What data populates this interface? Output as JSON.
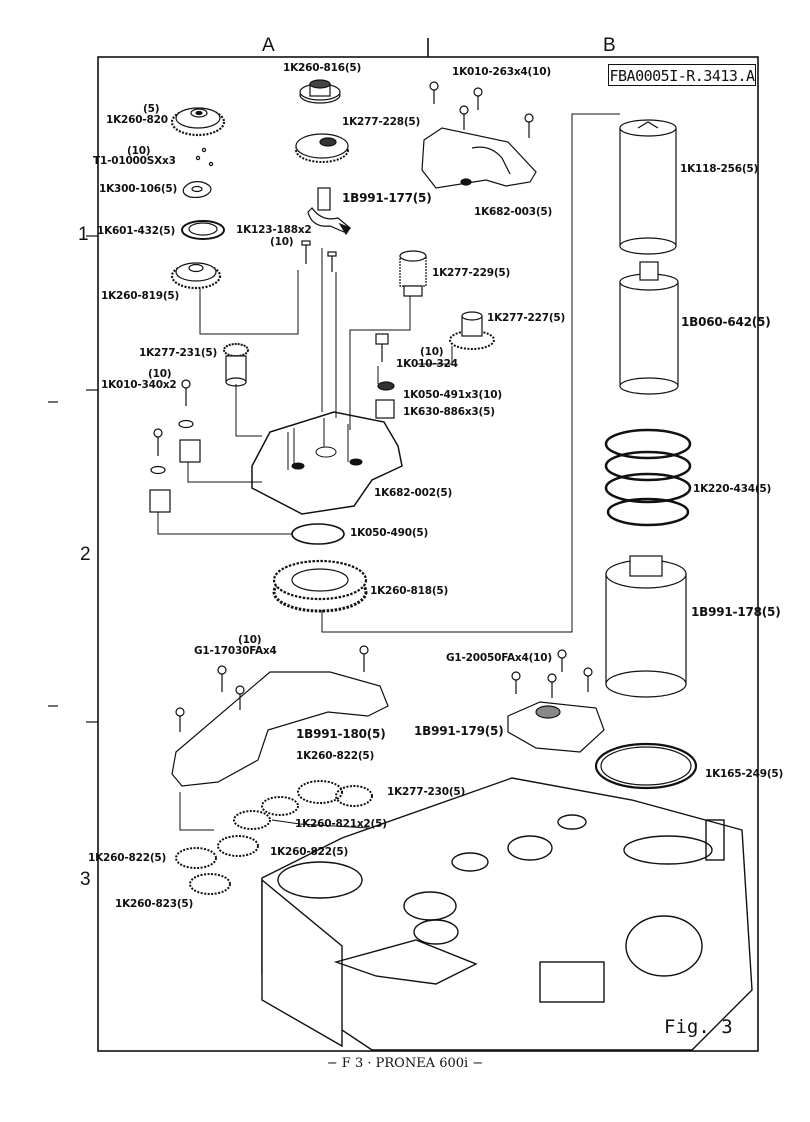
{
  "header": {
    "col_a": "A",
    "col_b": "B",
    "code": "FBA0005I-R.3413.A"
  },
  "rows": {
    "r1": "1",
    "r2": "2",
    "r3": "3"
  },
  "figure_label": "Fig. 3",
  "footer": "− F 3 ·  PRONEA 600i  −",
  "parts": {
    "p1k260_816": "1K260-816(5)",
    "p1k010_263": "1K010-263x4(10)",
    "p1k260_820_qty": "(5)",
    "p1k260_820": "1K260-820",
    "p1k277_228": "1K277-228(5)",
    "t1_qty": "(10)",
    "t1": "T1-01000SXx3",
    "p1k300_106": "1K300-106(5)",
    "p1b991_177": "1B991-177(5)",
    "p1k682_003": "1K682-003(5)",
    "p1k118_256": "1K118-256(5)",
    "p1k601_432": "1K601-432(5)",
    "p1k123_188": "1K123-188x2",
    "p1k123_188_qty": "(10)",
    "p1k277_229": "1K277-229(5)",
    "p1k260_819": "1K260-819(5)",
    "p1b060_642": "1B060-642(5)",
    "p1k277_227": "1K277-227(5)",
    "p1k277_231": "1K277-231(5)",
    "p1k010_324_qty": "(10)",
    "p1k010_324": "1K010-324",
    "p1k010_340_qty": "(10)",
    "p1k010_340": "1K010-340x2",
    "p1k050_491": "1K050-491x3(10)",
    "p1k630_886": "1K630-886x3(5)",
    "p1k220_434": "1K220-434(5)",
    "p1k682_002": "1K682-002(5)",
    "p1k050_490": "1K050-490(5)",
    "p1b991_178": "1B991-178(5)",
    "p1k260_818": "1K260-818(5)",
    "g1_17030_qty": "(10)",
    "g1_17030": "G1-17030FAx4",
    "g1_20050": "G1-20050FAx4(10)",
    "p1b991_180": "1B991-180(5)",
    "p1b991_179": "1B991-179(5)",
    "p1k165_249": "1K165-249(5)",
    "p1k260_822_a": "1K260-822(5)",
    "p1k277_230": "1K277-230(5)",
    "p1k260_821": "1K260-821x2(5)",
    "p1k260_822_b": "1K260-822(5)",
    "p1k260_822_c": "1K260-822(5)",
    "p1k260_823": "1K260-823(5)"
  }
}
